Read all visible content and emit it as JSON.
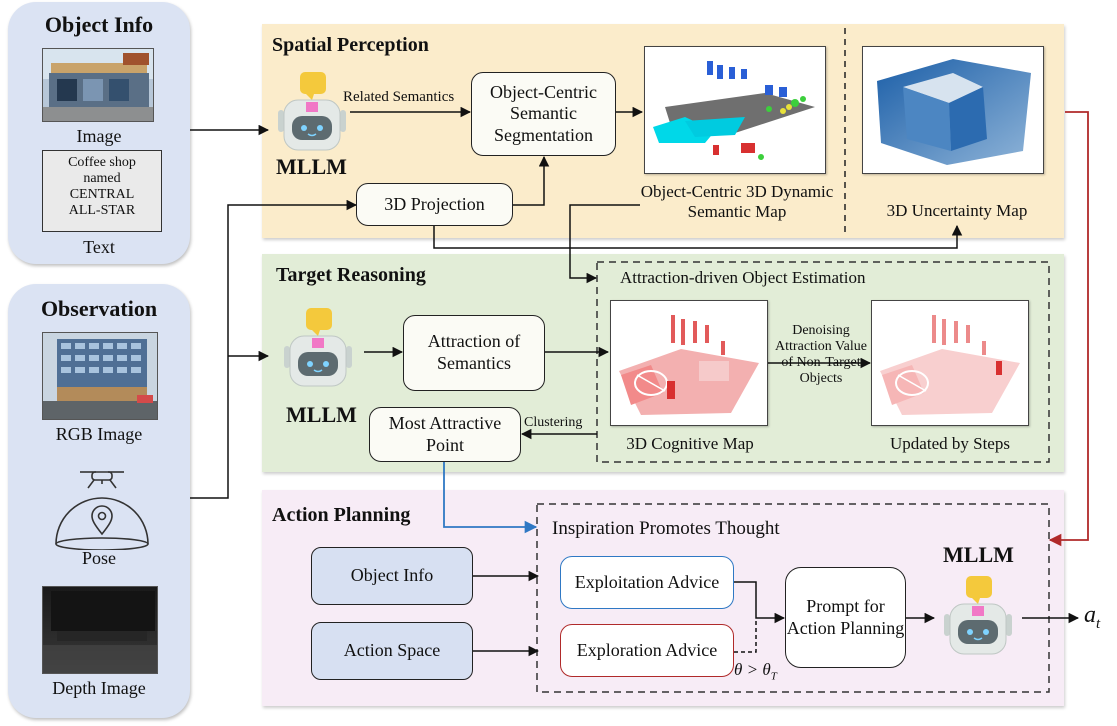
{
  "left_top": {
    "title": "Object Info",
    "image_caption": "Image",
    "text_lines": [
      "Coffee shop",
      "named",
      "CENTRAL",
      "ALL-STAR"
    ],
    "text_caption": "Text"
  },
  "left_bottom": {
    "title": "Observation",
    "rgb_caption": "RGB Image",
    "pose_caption": "Pose",
    "depth_caption": "Depth Image"
  },
  "spatial": {
    "title": "Spatial Perception",
    "mllm": "MLLM",
    "related_semantics": "Related Semantics",
    "segmentation": "Object-Centric Semantic Segmentation",
    "projection": "3D Projection",
    "semantic_map_caption": "Object-Centric 3D Dynamic Semantic Map",
    "uncertainty_caption": "3D Uncertainty Map"
  },
  "target": {
    "title": "Target Reasoning",
    "mllm": "MLLM",
    "attraction": "Attraction of Semantics",
    "estimation_title": "Attraction-driven Object Estimation",
    "denoise_text": "Denoising Attraction Value of Non-Target Objects",
    "cognitive_caption": "3D Cognitive Map",
    "updated_caption": "Updated by Steps",
    "clustering": "Clustering",
    "most_attractive": "Most Attractive Point"
  },
  "action": {
    "title": "Action Planning",
    "inspiration_title": "Inspiration Promotes Thought",
    "object_info": "Object Info",
    "action_space": "Action Space",
    "exploitation": "Exploitation Advice",
    "exploration": "Exploration Advice",
    "prompt": "Prompt for Action Planning",
    "mllm": "MLLM",
    "threshold": "θ > θ",
    "threshold_sub": "T",
    "output": "a",
    "output_sub": "t"
  },
  "colors": {
    "side_bg": "#dbe3f3",
    "spatial_bg": "#fbeccb",
    "target_bg": "#e2edd7",
    "action_bg": "#f7ecf6",
    "blue_arrow": "#2f78c4",
    "red_arrow": "#b02a2a",
    "exploitation_border": "#2f78c4",
    "exploration_border": "#b02a2a",
    "robot_badge": "#f4c93c",
    "robot_chest": "#f178c6"
  }
}
